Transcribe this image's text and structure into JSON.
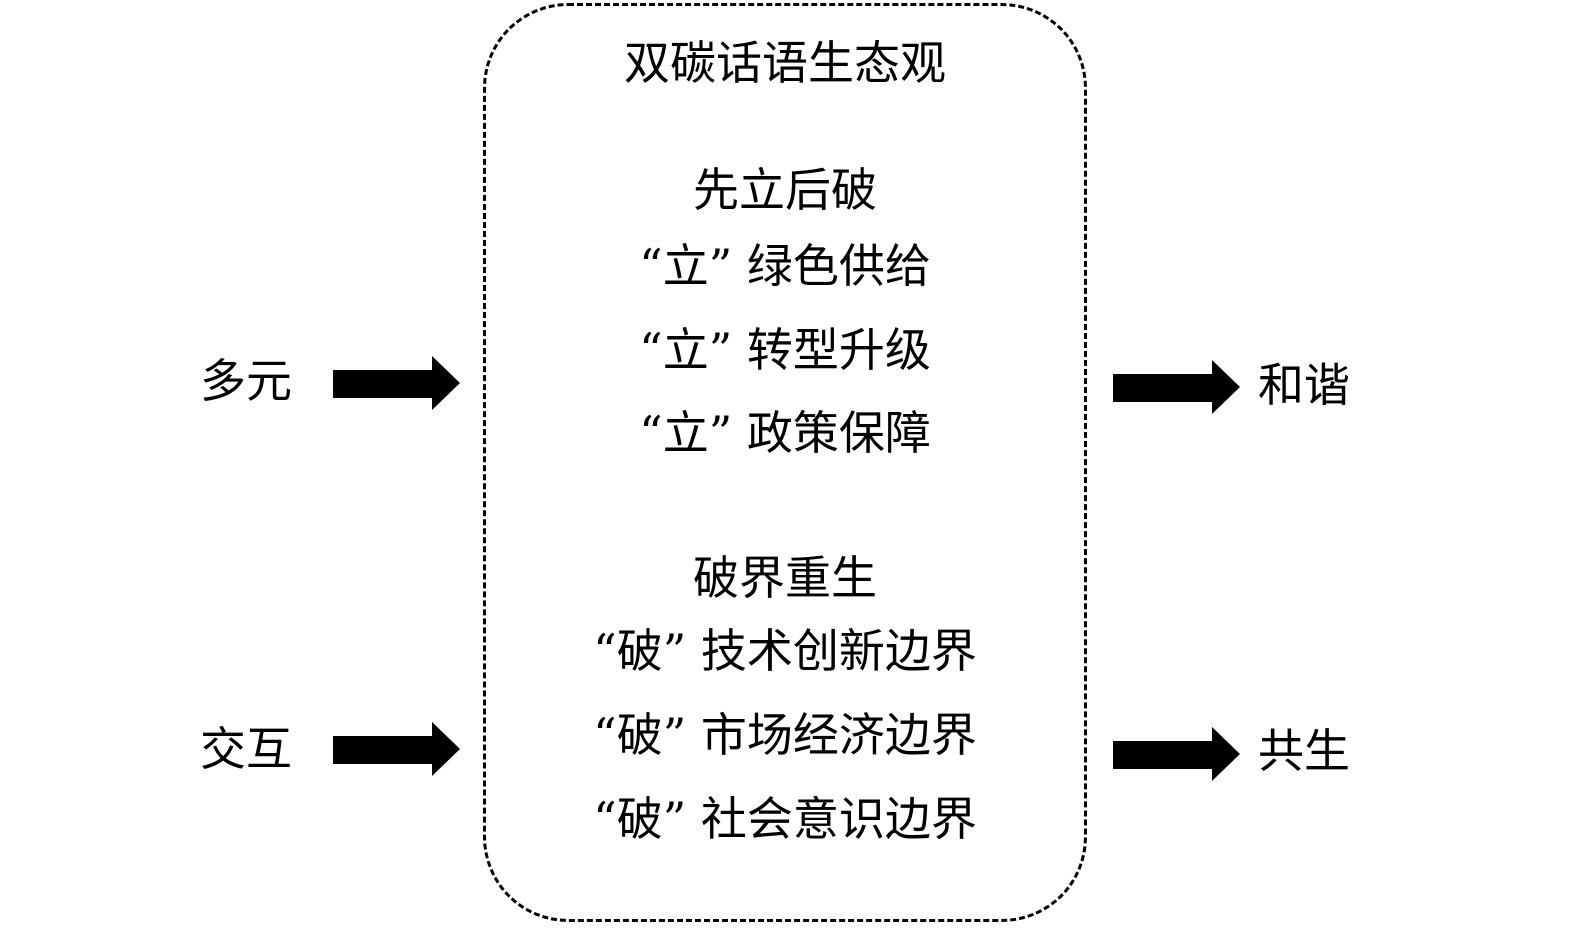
{
  "title": "双碳话语生态观",
  "left_inputs": [
    "多元",
    "交互"
  ],
  "right_outputs": [
    "和谐",
    "共生"
  ],
  "sections": [
    {
      "heading": "先立后破",
      "items": [
        "“立” 绿色供给",
        "“立” 转型升级",
        "“立” 政策保障"
      ]
    },
    {
      "heading": "破界重生",
      "items": [
        "“破” 技术创新边界",
        "“破” 市场经济边界",
        "“破” 社会意识边界"
      ]
    }
  ]
}
